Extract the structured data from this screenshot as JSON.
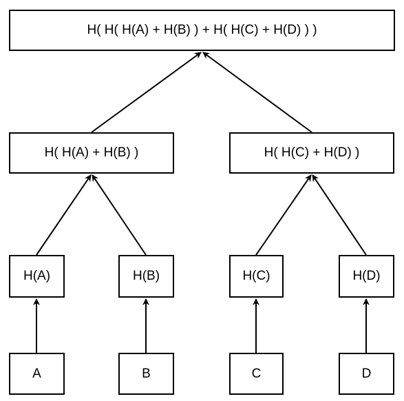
{
  "diagram": {
    "root": "H( H( H(A) + H(B) ) + H( H(C) + H(D) ) )",
    "level2": {
      "left": "H( H(A) + H(B) )",
      "right": "H( H(C) + H(D) )"
    },
    "hashes": [
      "H(A)",
      "H(B)",
      "H(C)",
      "H(D)"
    ],
    "leaves": [
      "A",
      "B",
      "C",
      "D"
    ]
  },
  "colors": {
    "stroke": "#000000",
    "background": "#ffffff"
  }
}
